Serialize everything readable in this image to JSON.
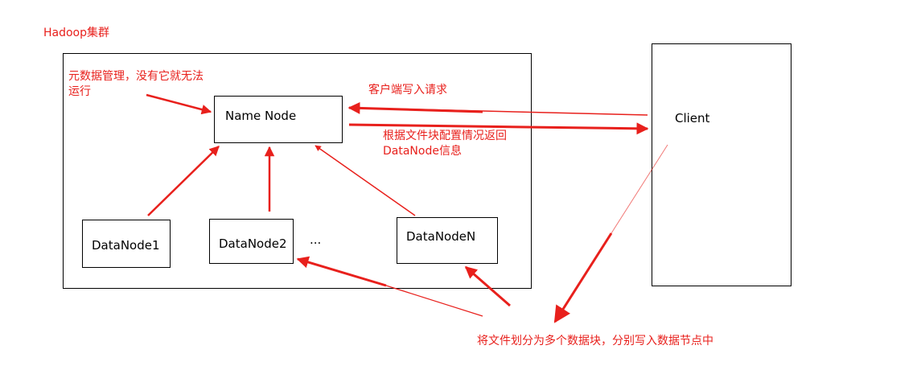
{
  "cluster": {
    "title": "Hadoop集群"
  },
  "namenode": {
    "label": "Name Node",
    "note_line1": "元数据管理，没有它就无法",
    "note_line2": "运行"
  },
  "datanodes": {
    "node1": "DataNode1",
    "node2": "DataNode2",
    "ellipsis": "...",
    "nodeN": "DataNodeN"
  },
  "client": {
    "label": "Client"
  },
  "annotations": {
    "client_write_request": "客户端写入请求",
    "return_line1": "根据文件块配置情况返回",
    "return_line2": "DataNode信息",
    "split_write": "将文件划分为多个数据块，分别写入数据节点中"
  },
  "colors": {
    "accent": "#e8201c",
    "border": "#000000",
    "background": "#ffffff"
  }
}
